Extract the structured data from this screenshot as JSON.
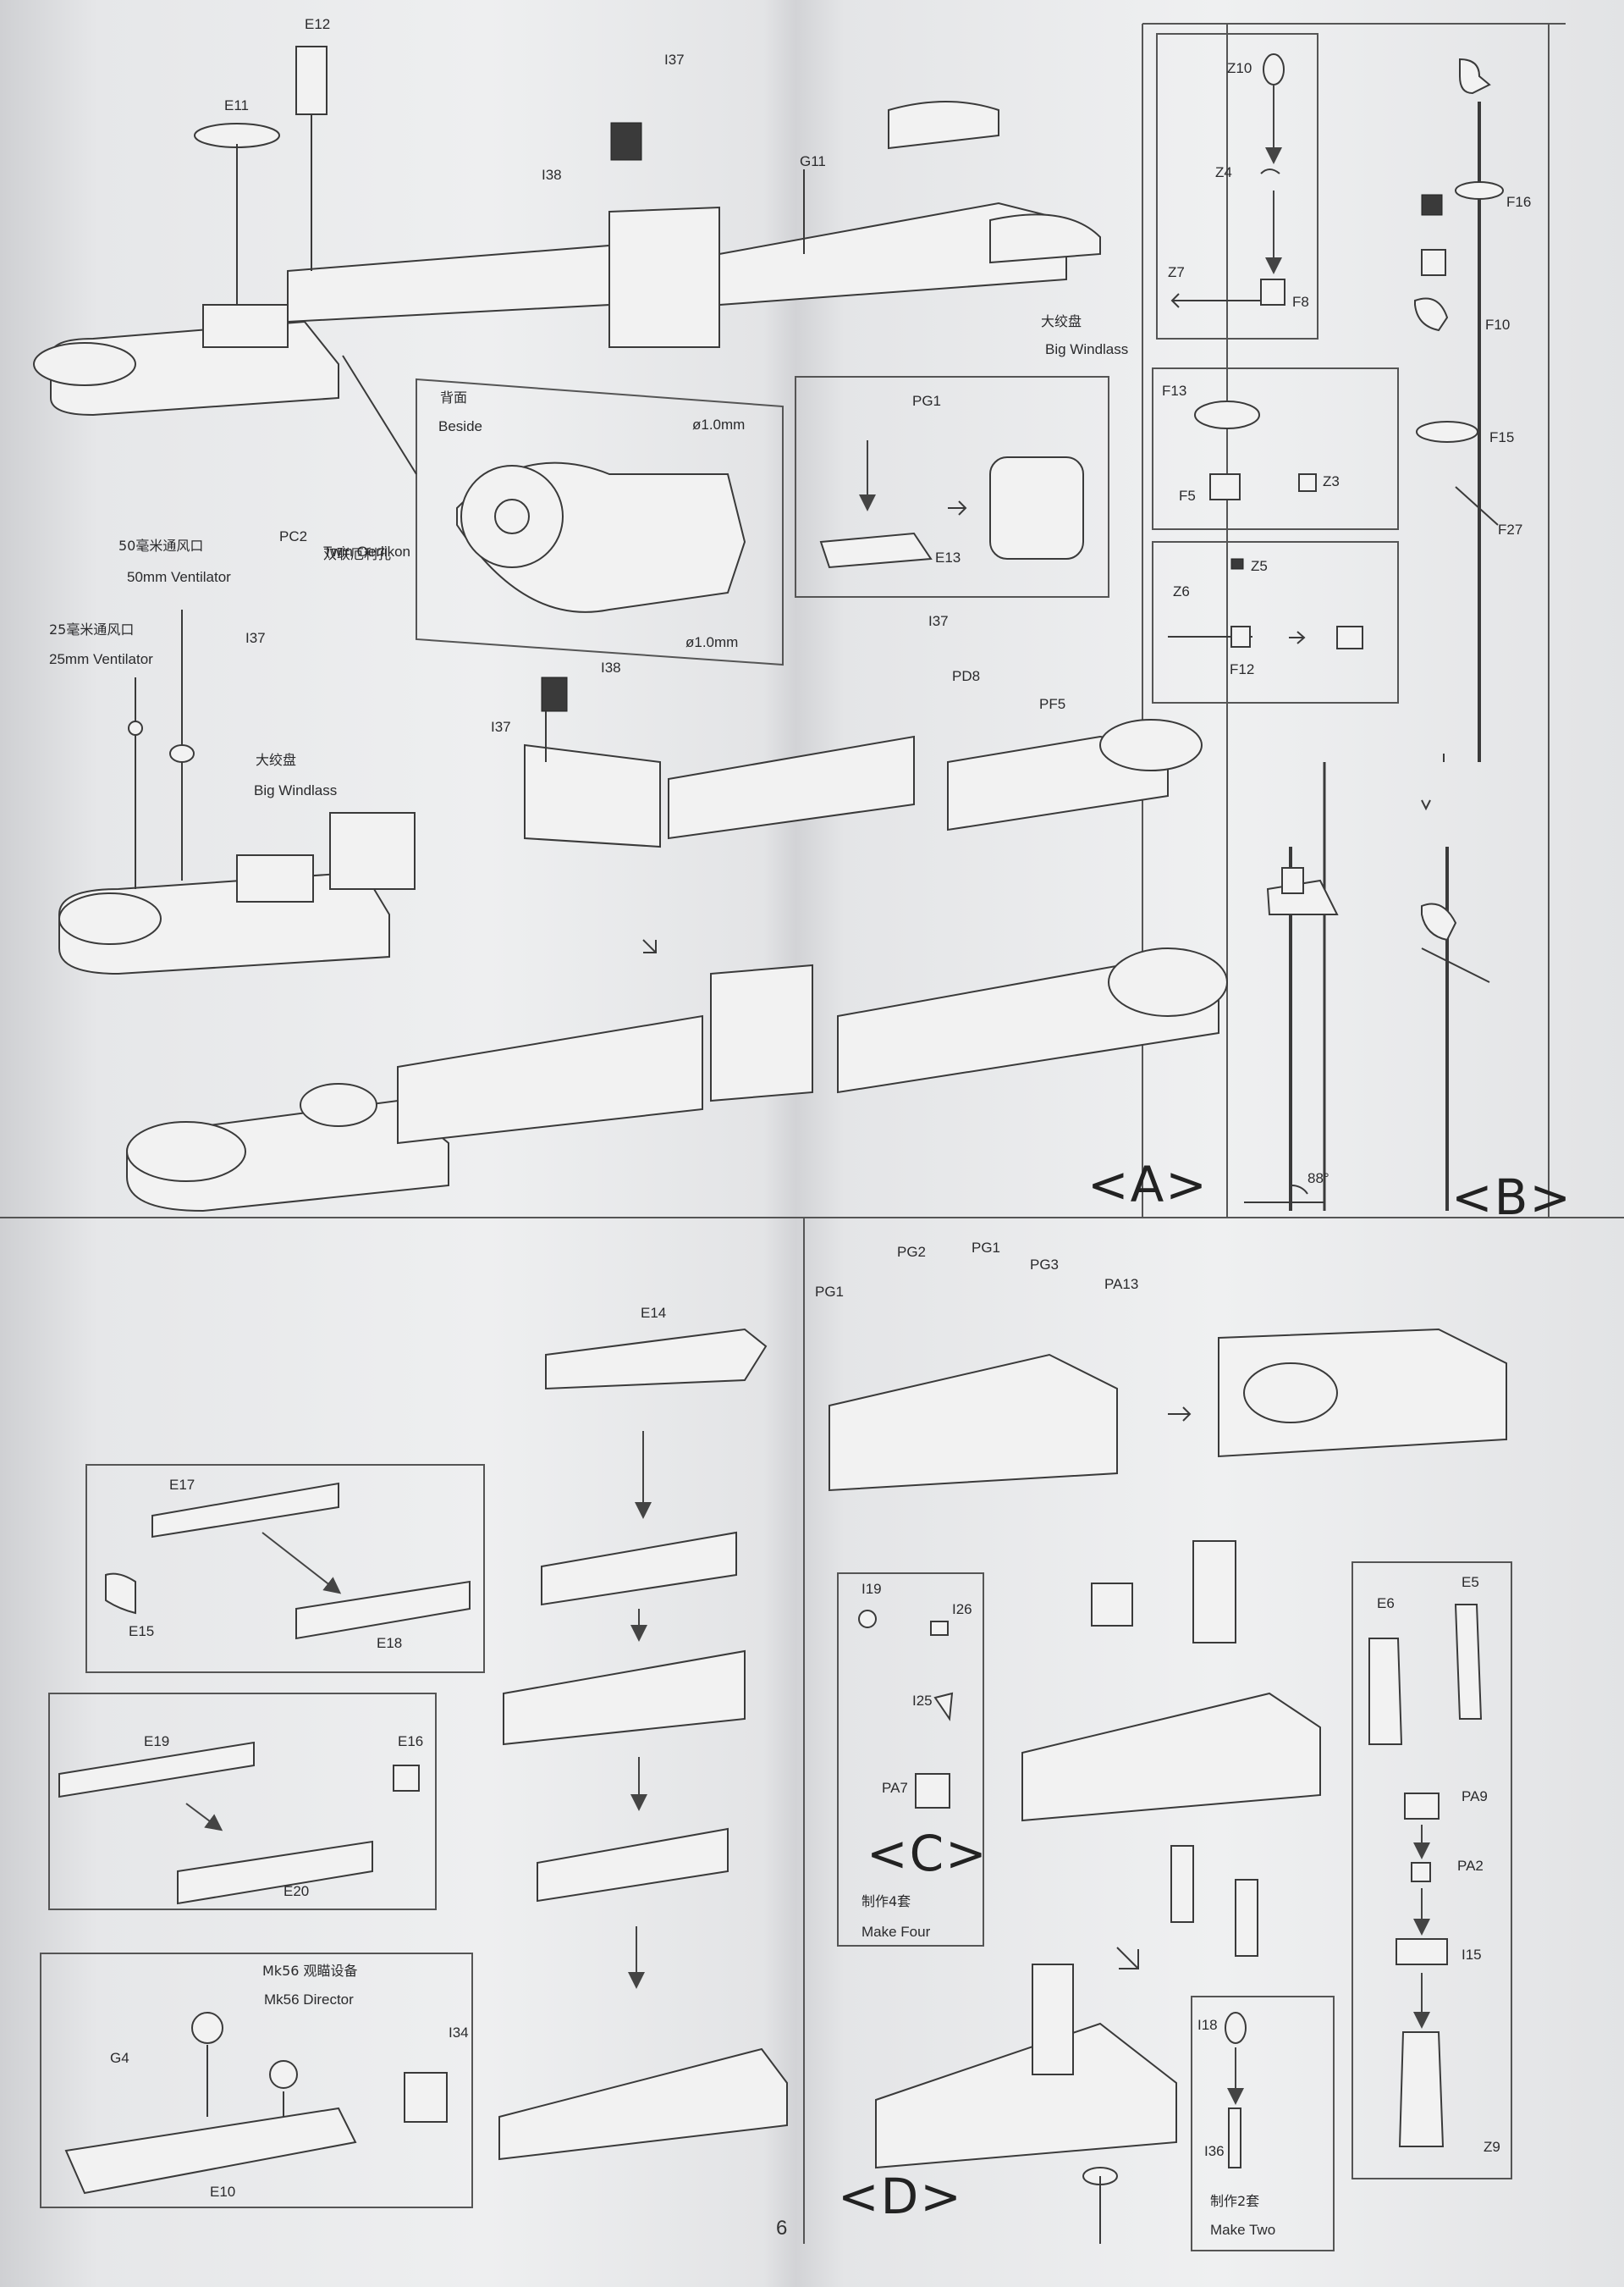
{
  "page_number": "6",
  "sections": {
    "A": "<A>",
    "B": "<B>",
    "C": "<C>",
    "D": "<D>"
  },
  "labels": {
    "E12": "E12",
    "E11": "E11",
    "I37": "I37",
    "I38": "I38",
    "G11": "G11",
    "big_windlass_cn": "大绞盘",
    "big_windlass_en": "Big Windlass",
    "beside_cn": "背面",
    "beside_en": "Beside",
    "phi1": "ø1.0mm",
    "phi2": "ø1.0mm",
    "PG1_a": "PG1",
    "E13": "E13",
    "vent50_cn": "50毫米通风口",
    "vent50_en": "50mm Ventilator",
    "vent25_cn": "25毫米通风口",
    "vent25_en": "25mm Ventilator",
    "PC2": "PC2",
    "twin_cn": "双联厄利孔",
    "twin_en": "Twin Oerlikon",
    "I37_b": "I37",
    "windlass2_cn": "大绞盘",
    "windlass2_en": "Big Windlass",
    "I38_b": "I38",
    "I37_c": "I37",
    "I37_d": "I37",
    "PD8": "PD8",
    "PF5": "PF5",
    "Z10": "Z10",
    "Z4": "Z4",
    "Z7": "Z7",
    "F8": "F8",
    "F13": "F13",
    "F5": "F5",
    "Z3": "Z3",
    "Z5": "Z5",
    "Z6": "Z6",
    "F12": "F12",
    "F16": "F16",
    "F10": "F10",
    "F15": "F15",
    "F27": "F27",
    "deg88": "88°",
    "E14": "E14",
    "E17": "E17",
    "E15": "E15",
    "E18": "E18",
    "E19": "E19",
    "E16": "E16",
    "E20": "E20",
    "mk56_cn": "Mk56 观瞄设备",
    "mk56_en": "Mk56 Director",
    "G4": "G4",
    "I34": "I34",
    "E10": "E10",
    "PG1_b": "PG1",
    "PG2": "PG2",
    "PG1_c": "PG1",
    "PG3": "PG3",
    "PA13": "PA13",
    "I19": "I19",
    "I26": "I26",
    "I25": "I25",
    "PA7": "PA7",
    "make_four_cn": "制作4套",
    "make_four_en": "Make Four",
    "E6": "E6",
    "E5": "E5",
    "PA9": "PA9",
    "PA2": "PA2",
    "I15": "I15",
    "Z9": "Z9",
    "I18": "I18",
    "I36": "I36",
    "make_two_cn": "制作2套",
    "make_two_en": "Make Two"
  }
}
